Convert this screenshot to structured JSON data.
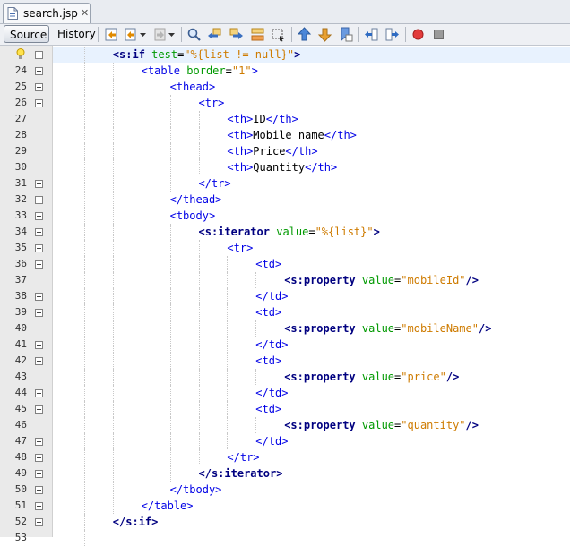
{
  "tab": {
    "filename": "search.jsp"
  },
  "toolbar": {
    "source_label": "Source",
    "history_label": "History"
  },
  "colors": {
    "tag": "#0000e6",
    "custom_tag": "#000080",
    "attribute": "#009900",
    "value": "#ce7b00",
    "current_line": "#e8f2fe"
  },
  "editor": {
    "lines": [
      {
        "n": "",
        "indent": 2,
        "parts": [
          [
            "ctag",
            "<s:if"
          ],
          [
            "txt",
            " "
          ],
          [
            "attr",
            "test"
          ],
          [
            "txt",
            "="
          ],
          [
            "val",
            "\"%{list != null}\""
          ],
          [
            "ctag",
            ">"
          ]
        ]
      },
      {
        "n": "24",
        "indent": 3,
        "parts": [
          [
            "tag",
            "<table"
          ],
          [
            "txt",
            " "
          ],
          [
            "attr",
            "border"
          ],
          [
            "txt",
            "="
          ],
          [
            "val",
            "\"1\""
          ],
          [
            "tag",
            ">"
          ]
        ]
      },
      {
        "n": "25",
        "indent": 4,
        "parts": [
          [
            "tag",
            "<thead>"
          ]
        ]
      },
      {
        "n": "26",
        "indent": 5,
        "parts": [
          [
            "tag",
            "<tr>"
          ]
        ]
      },
      {
        "n": "27",
        "indent": 6,
        "parts": [
          [
            "tag",
            "<th>"
          ],
          [
            "txt",
            "ID"
          ],
          [
            "tag",
            "</th>"
          ]
        ]
      },
      {
        "n": "28",
        "indent": 6,
        "parts": [
          [
            "tag",
            "<th>"
          ],
          [
            "txt",
            "Mobile name"
          ],
          [
            "tag",
            "</th>"
          ]
        ]
      },
      {
        "n": "29",
        "indent": 6,
        "parts": [
          [
            "tag",
            "<th>"
          ],
          [
            "txt",
            "Price"
          ],
          [
            "tag",
            "</th>"
          ]
        ]
      },
      {
        "n": "30",
        "indent": 6,
        "parts": [
          [
            "tag",
            "<th>"
          ],
          [
            "txt",
            "Quantity"
          ],
          [
            "tag",
            "</th>"
          ]
        ]
      },
      {
        "n": "31",
        "indent": 5,
        "parts": [
          [
            "tag",
            "</tr>"
          ]
        ]
      },
      {
        "n": "32",
        "indent": 4,
        "parts": [
          [
            "tag",
            "</thead>"
          ]
        ]
      },
      {
        "n": "33",
        "indent": 4,
        "parts": [
          [
            "tag",
            "<tbody>"
          ]
        ]
      },
      {
        "n": "34",
        "indent": 5,
        "parts": [
          [
            "ctag",
            "<s:iterator"
          ],
          [
            "txt",
            " "
          ],
          [
            "attr",
            "value"
          ],
          [
            "txt",
            "="
          ],
          [
            "val",
            "\"%{list}\""
          ],
          [
            "ctag",
            ">"
          ]
        ]
      },
      {
        "n": "35",
        "indent": 6,
        "parts": [
          [
            "tag",
            "<tr>"
          ]
        ]
      },
      {
        "n": "36",
        "indent": 7,
        "parts": [
          [
            "tag",
            "<td>"
          ]
        ]
      },
      {
        "n": "37",
        "indent": 8,
        "parts": [
          [
            "ctag",
            "<s:property"
          ],
          [
            "txt",
            " "
          ],
          [
            "attr",
            "value"
          ],
          [
            "txt",
            "="
          ],
          [
            "val",
            "\"mobileId\""
          ],
          [
            "ctag",
            "/>"
          ]
        ]
      },
      {
        "n": "38",
        "indent": 7,
        "parts": [
          [
            "tag",
            "</td>"
          ]
        ]
      },
      {
        "n": "39",
        "indent": 7,
        "parts": [
          [
            "tag",
            "<td>"
          ]
        ]
      },
      {
        "n": "40",
        "indent": 8,
        "parts": [
          [
            "ctag",
            "<s:property"
          ],
          [
            "txt",
            " "
          ],
          [
            "attr",
            "value"
          ],
          [
            "txt",
            "="
          ],
          [
            "val",
            "\"mobileName\""
          ],
          [
            "ctag",
            "/>"
          ]
        ]
      },
      {
        "n": "41",
        "indent": 7,
        "parts": [
          [
            "tag",
            "</td>"
          ]
        ]
      },
      {
        "n": "42",
        "indent": 7,
        "parts": [
          [
            "tag",
            "<td>"
          ]
        ]
      },
      {
        "n": "43",
        "indent": 8,
        "parts": [
          [
            "ctag",
            "<s:property"
          ],
          [
            "txt",
            " "
          ],
          [
            "attr",
            "value"
          ],
          [
            "txt",
            "="
          ],
          [
            "val",
            "\"price\""
          ],
          [
            "ctag",
            "/>"
          ]
        ]
      },
      {
        "n": "44",
        "indent": 7,
        "parts": [
          [
            "tag",
            "</td>"
          ]
        ]
      },
      {
        "n": "45",
        "indent": 7,
        "parts": [
          [
            "tag",
            "<td>"
          ]
        ]
      },
      {
        "n": "46",
        "indent": 8,
        "parts": [
          [
            "ctag",
            "<s:property"
          ],
          [
            "txt",
            " "
          ],
          [
            "attr",
            "value"
          ],
          [
            "txt",
            "="
          ],
          [
            "val",
            "\"quantity\""
          ],
          [
            "ctag",
            "/>"
          ]
        ]
      },
      {
        "n": "47",
        "indent": 7,
        "parts": [
          [
            "tag",
            "</td>"
          ]
        ]
      },
      {
        "n": "48",
        "indent": 6,
        "parts": [
          [
            "tag",
            "</tr>"
          ]
        ]
      },
      {
        "n": "49",
        "indent": 5,
        "parts": [
          [
            "ctag",
            "</s:iterator>"
          ]
        ]
      },
      {
        "n": "50",
        "indent": 4,
        "parts": [
          [
            "tag",
            "</tbody>"
          ]
        ]
      },
      {
        "n": "51",
        "indent": 3,
        "parts": [
          [
            "tag",
            "</table>"
          ]
        ]
      },
      {
        "n": "52",
        "indent": 2,
        "parts": [
          [
            "ctag",
            "</s:if>"
          ]
        ]
      },
      {
        "n": "53",
        "indent": 2,
        "parts": []
      }
    ]
  }
}
